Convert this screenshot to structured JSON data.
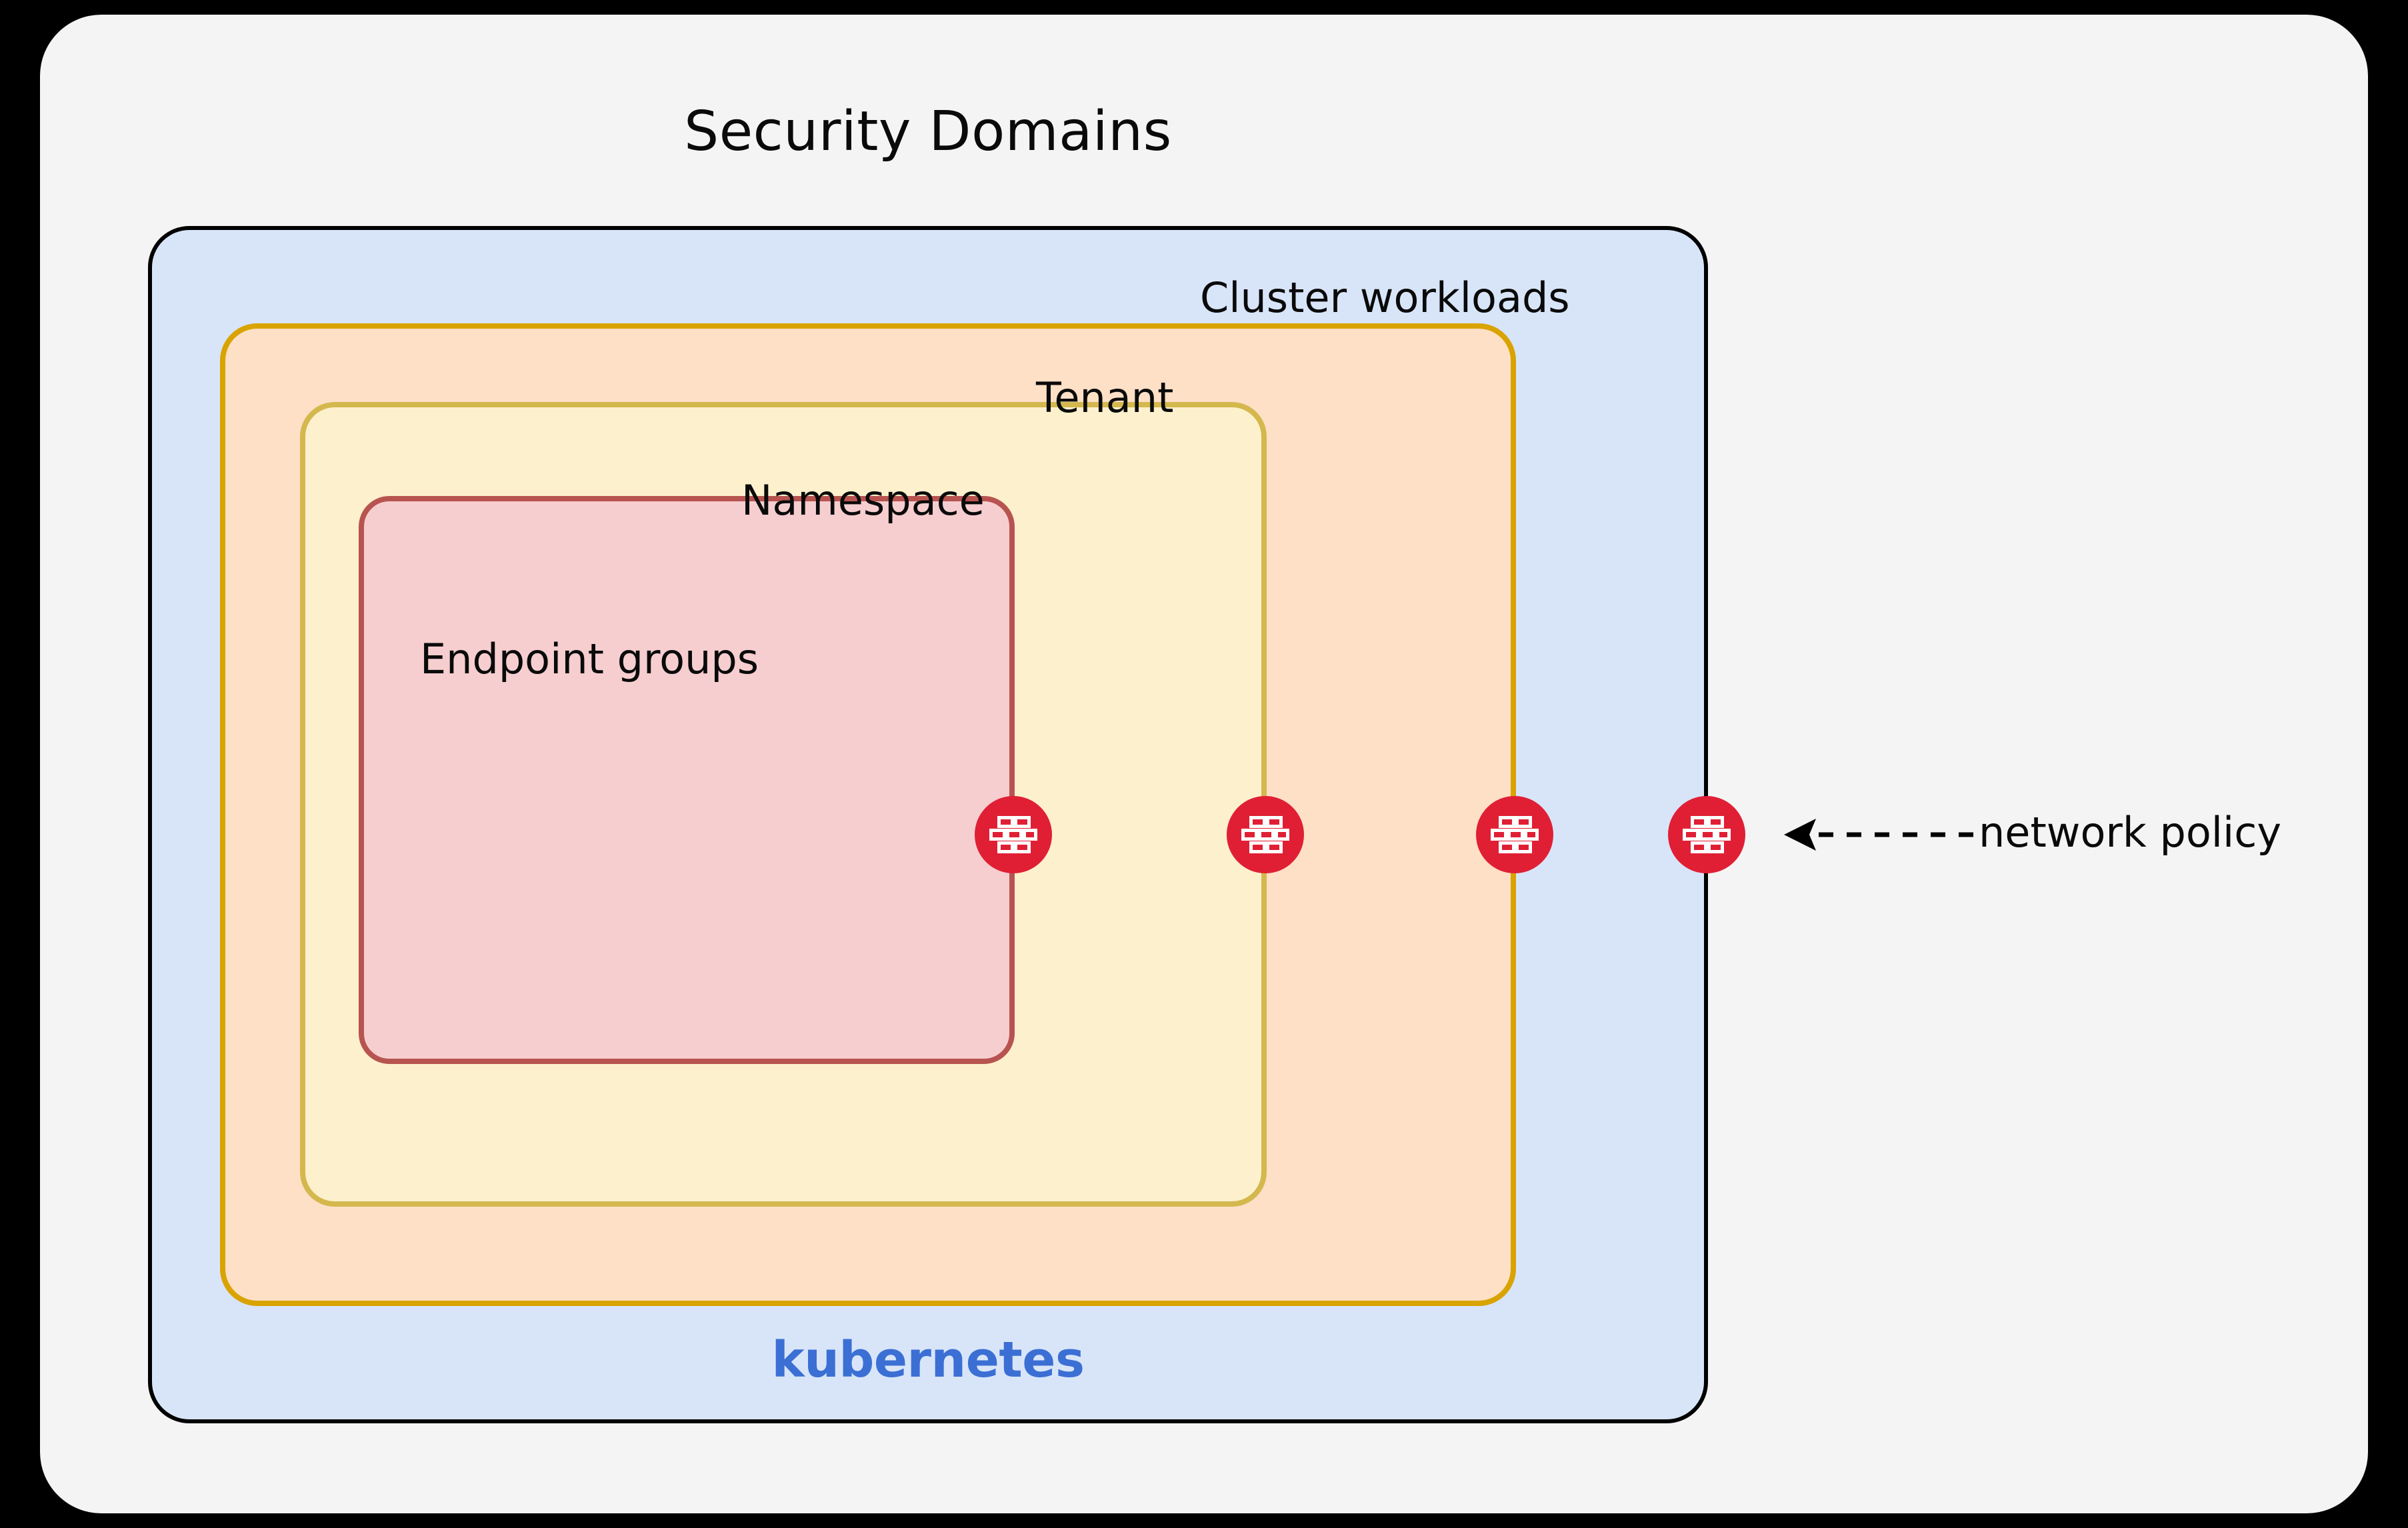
{
  "diagram": {
    "title": "Security Domains",
    "domains": [
      {
        "id": "cluster-workloads",
        "label": "Cluster workloads",
        "fill": "#d8e5f9",
        "stroke": "#000000",
        "level": 1
      },
      {
        "id": "tenant",
        "label": "Tenant",
        "fill": "#fde0c6",
        "stroke": "#d9a300",
        "level": 2
      },
      {
        "id": "namespace",
        "label": "Namespace",
        "fill": "#fdf1cd",
        "stroke": "#d4b84e",
        "level": 3
      },
      {
        "id": "endpoint-groups",
        "label": "Endpoint groups",
        "fill": "#f6ced0",
        "stroke": "#b85450",
        "level": 4
      }
    ],
    "platform_label": "kubernetes",
    "platform_color": "#3b6fd4",
    "policy_nodes": [
      {
        "id": "policy-node-1",
        "icon": "firewall-brick-icon",
        "on_boundary": "endpoint-groups"
      },
      {
        "id": "policy-node-2",
        "icon": "firewall-brick-icon",
        "on_boundary": "namespace"
      },
      {
        "id": "policy-node-3",
        "icon": "firewall-brick-icon",
        "on_boundary": "tenant"
      },
      {
        "id": "policy-node-4",
        "icon": "firewall-brick-icon",
        "on_boundary": "cluster-workloads"
      }
    ],
    "policy_node_color": "#e01f35",
    "annotation": {
      "label": "network policy",
      "arrow": "dashed-left-arrow",
      "points_to": "policy-node-4"
    },
    "canvas": {
      "background": "#000000",
      "panel_fill": "#f4f4f4"
    }
  }
}
